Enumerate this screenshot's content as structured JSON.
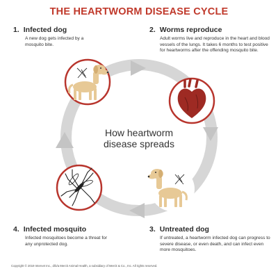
{
  "title": "THE HEARTWORM DISEASE CYCLE",
  "center_label": {
    "line1": "How heartworm",
    "line2": "disease spreads"
  },
  "steps": [
    {
      "number": "1.",
      "title": "Infected dog",
      "body": "A new dog gets infected by a mosquito bite.",
      "icon": "dog-icon"
    },
    {
      "number": "2.",
      "title": "Worms reproduce",
      "body": "Adult worms live and reproduce in the heart and blood vessels of the lungs. It takes 6 months to test positive for heartworms after the offending mosquito bite.",
      "icon": "heart-icon"
    },
    {
      "number": "3.",
      "title": "Untreated dog",
      "body": "If untreated, a heartworm infected dog can progress to severe disease, or even death, and can infect even more mosquitoes.",
      "icon": "dog-icon"
    },
    {
      "number": "4.",
      "title": "Infected mosquito",
      "body": "Infected mosquitoes become a threat for any unprotected dog.",
      "icon": "mosquito-icon"
    }
  ],
  "copyright": "Copyright © 2019 Intervet Inc., d/b/a Merck Animal Health, a subsidiary of Merck & Co., Inc. All rights reserved.",
  "colors": {
    "title": "#c0392b",
    "ring": "#d6d6d6",
    "arrow": "#c4c4c4",
    "circle_border": "#b8352d",
    "dog": "#e7c996",
    "heart": "#9e2a23"
  }
}
